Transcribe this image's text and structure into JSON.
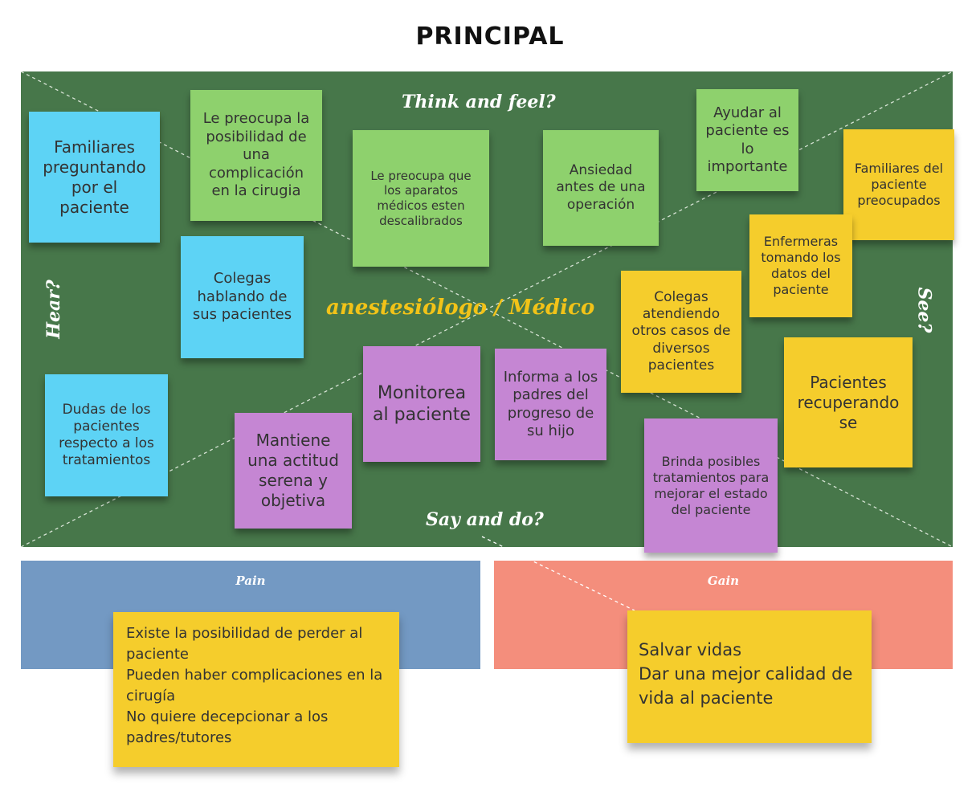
{
  "title": "PRINCIPAL",
  "headers": {
    "think": "Think and feel?",
    "hear": "Hear?",
    "see": "See?",
    "say": "Say and do?"
  },
  "center": "anestesiólogo / Médico",
  "notes": {
    "familiares_preguntando": "Familiares preguntando por el paciente",
    "le_preocupa_complicacion": "Le preocupa la posibilidad de una complicación en la cirugia",
    "le_preocupa_aparatos": "Le preocupa que los aparatos médicos esten descalibrados",
    "ansiedad": "Ansiedad antes de una operación",
    "ayudar": "Ayudar al paciente es lo importante",
    "familiares_preocupados": "Familiares del paciente preocupados",
    "enfermeras": "Enfermeras tomando los datos del paciente",
    "colegas_hablando": "Colegas hablando de sus pacientes",
    "colegas_atendiendo": "Colegas atendiendo otros casos de diversos pacientes",
    "pacientes_recuperando": "Pacientes recuperando se",
    "dudas": "Dudas de los pacientes respecto a los tratamientos",
    "monitorea": "Monitorea al paciente",
    "informa": "Informa a los padres del progreso de su hijo",
    "mantiene": "Mantiene una actitud serena y objetiva",
    "brinda": "Brinda posibles tratamientos para mejorar el estado del paciente"
  },
  "pain": {
    "label": "Pain",
    "lines": [
      "Existe la posibilidad de perder al paciente",
      "Pueden haber complicaciones en la cirugía",
      "No quiere decepcionar a los padres/tutores"
    ]
  },
  "gain": {
    "label": "Gain",
    "lines": [
      "Salvar vidas",
      "Dar una mejor calidad de vida al paciente"
    ]
  },
  "colors": {
    "board": "#47774a",
    "pain": "#7399c3",
    "gain": "#f48e7c",
    "blue_note": "#5dd3f5",
    "green_note": "#8ed16d",
    "purple_note": "#c586d3",
    "yellow_note": "#f5cd2c"
  }
}
